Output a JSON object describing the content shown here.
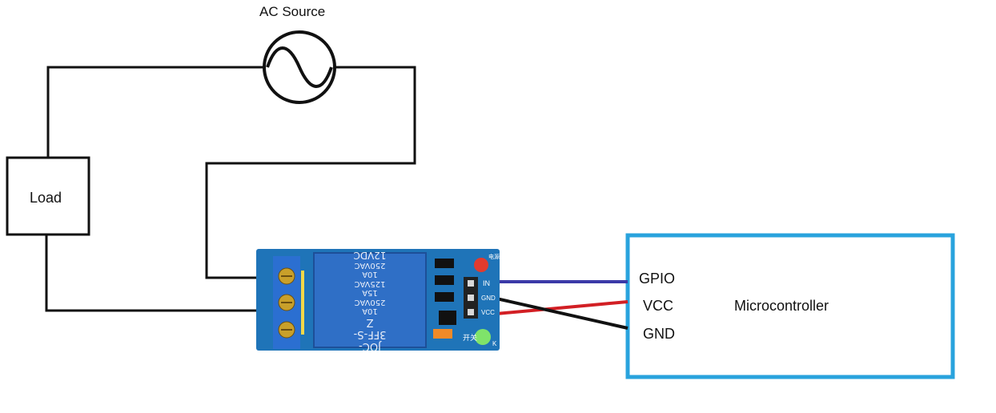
{
  "colors": {
    "wire": "#111111",
    "wire_gpio": "#3b3aa8",
    "wire_vcc": "#d21f24",
    "microcontroller_border": "#29a3dd",
    "relay_board": "#1f74b8",
    "relay_cube": "#2f6fc6",
    "terminal_block": "#2b6fd1",
    "screw": "#c9a02a",
    "led_power": "#e23b2e",
    "led_switch": "#7fe36a",
    "header_pin": "#111111",
    "transistor": "#111111",
    "diode": "#f08a28"
  },
  "ac_source": {
    "label": "AC Source",
    "icon": "ac-sine-icon"
  },
  "load": {
    "label": "Load"
  },
  "microcontroller": {
    "label": "Microcontroller",
    "pins": [
      "GPIO",
      "VCC",
      "GND"
    ]
  },
  "relay_module": {
    "relay_text": [
      "JOC-3FF-S-Z",
      "10A 250VAC",
      "15A 125VAC",
      "10A 250VAC",
      "12VDC"
    ],
    "pin_labels": [
      "IN",
      "GND",
      "VCC"
    ],
    "led_markings": [
      "电源",
      "开关",
      "K"
    ]
  }
}
